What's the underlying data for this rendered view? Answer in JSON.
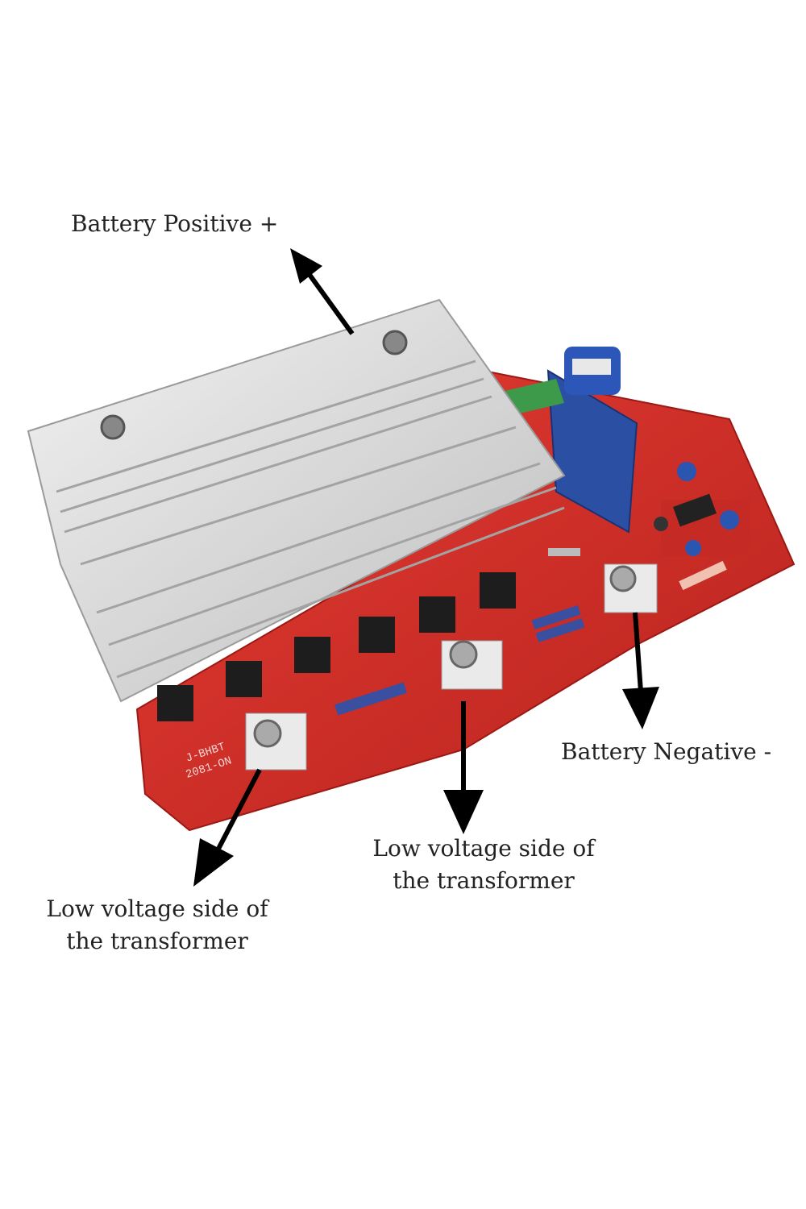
{
  "labels": {
    "battery_positive": "Battery Positive +",
    "battery_negative": "Battery Negative -",
    "low_voltage_center_line1": "Low voltage side of",
    "low_voltage_center_line2": "the transformer",
    "low_voltage_left_line1": "Low voltage side of",
    "low_voltage_left_line2": "the transformer"
  },
  "pcb_markings": {
    "silk_1": "J-BHBT",
    "silk_2": "2081-ON"
  },
  "colors": {
    "pcb": "#d8302a",
    "heatsink": "#dcdcdc",
    "arrow": "#000000",
    "module": "#2b4fa3"
  }
}
